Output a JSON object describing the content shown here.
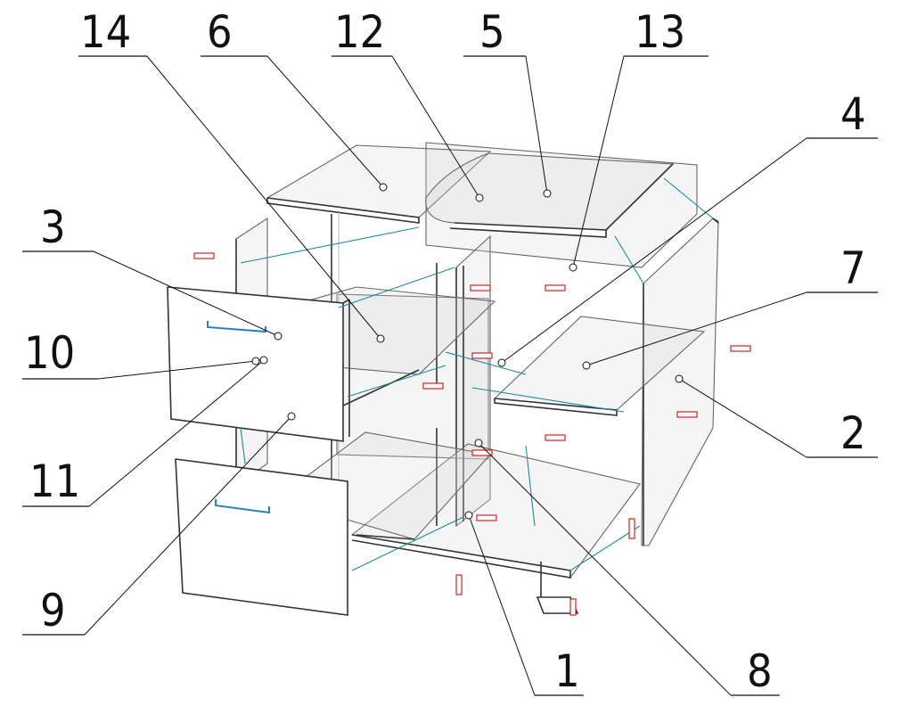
{
  "diagram": {
    "type": "exploded assembly drawing",
    "callouts": [
      {
        "id": "1",
        "label": "1"
      },
      {
        "id": "2",
        "label": "2"
      },
      {
        "id": "3",
        "label": "3"
      },
      {
        "id": "4",
        "label": "4"
      },
      {
        "id": "5",
        "label": "5"
      },
      {
        "id": "6",
        "label": "6"
      },
      {
        "id": "7",
        "label": "7"
      },
      {
        "id": "8",
        "label": "8"
      },
      {
        "id": "9",
        "label": "9"
      },
      {
        "id": "10",
        "label": "10"
      },
      {
        "id": "11",
        "label": "11"
      },
      {
        "id": "12",
        "label": "12"
      },
      {
        "id": "13",
        "label": "13"
      },
      {
        "id": "14",
        "label": "14"
      }
    ],
    "colors": {
      "outline": "#666666",
      "fastener_line": "#1a8c9c",
      "connector": "#d42020",
      "handle": "#2a7fc0"
    }
  }
}
